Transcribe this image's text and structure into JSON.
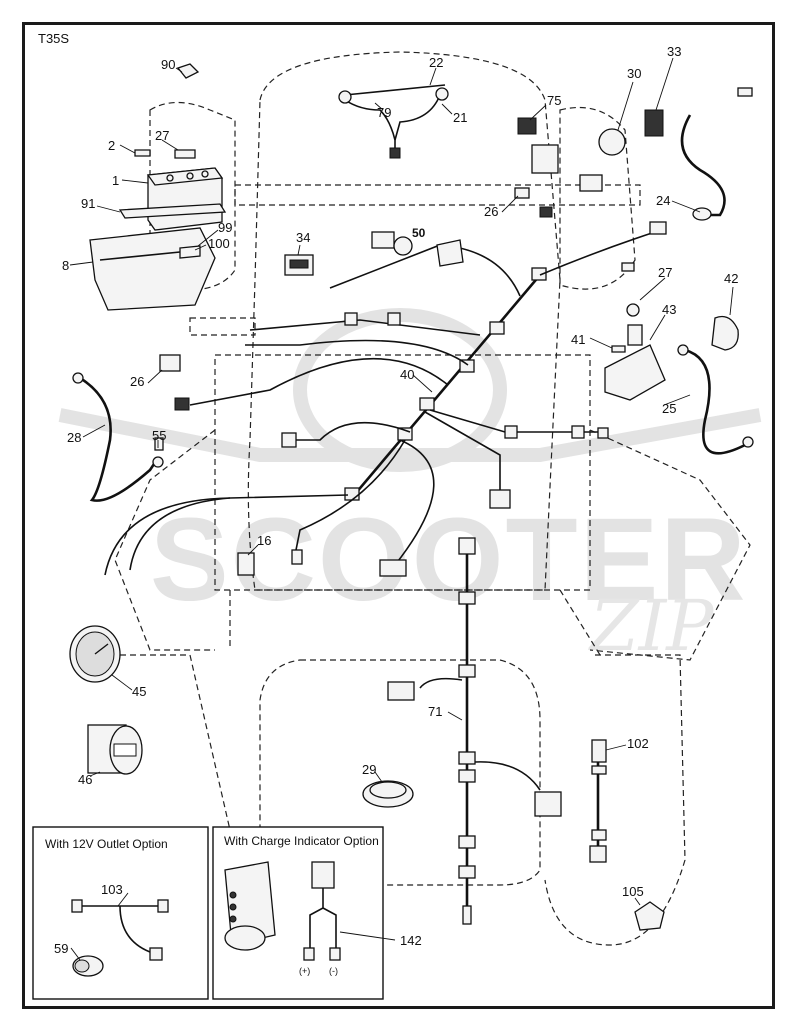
{
  "diagram": {
    "model_code": "T35S",
    "watermark": {
      "main": "SCOOTER",
      "sub": "ZIP"
    },
    "callouts": {
      "c90": "90",
      "c22": "22",
      "c79": "79",
      "c21": "21",
      "c75": "75",
      "c33": "33",
      "c30": "30",
      "c2": "2",
      "c27a": "27",
      "c1": "1",
      "c91": "91",
      "c99": "99",
      "c100": "100",
      "c8": "8",
      "c34": "34",
      "c50": "50",
      "c26a": "26",
      "c24": "24",
      "c27b": "27",
      "c42": "42",
      "c41": "41",
      "c43": "43",
      "c40": "40",
      "c26b": "26",
      "c28": "28",
      "c55": "55",
      "c25": "25",
      "c16": "16",
      "c45": "45",
      "c71": "71",
      "c46": "46",
      "c29": "29",
      "c102": "102",
      "c103": "103",
      "c59": "59",
      "c142": "142",
      "c105": "105",
      "plus": "(+)",
      "minus": "(-)"
    },
    "boxes": {
      "outlet_option_title": "With 12V Outlet Option",
      "charge_option_title": "With Charge Indicator Option"
    }
  }
}
